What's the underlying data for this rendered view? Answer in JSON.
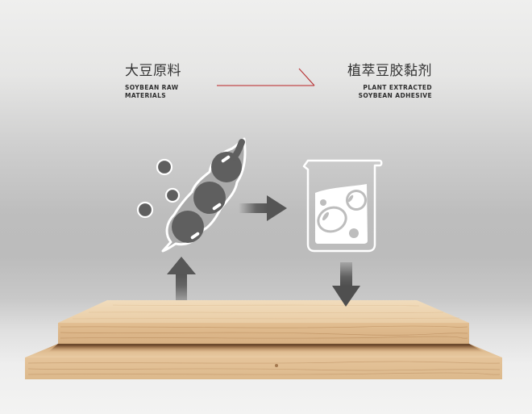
{
  "diagram": {
    "source": {
      "title_cn": "大豆原料",
      "title_en_line1": "SOYBEAN RAW",
      "title_en_line2": "MATERIALS"
    },
    "target": {
      "title_cn": "植萃豆胶黏剂",
      "title_en_line1": "PLANT EXTRACTED",
      "title_en_line2": "SOYBEAN ADHESIVE"
    },
    "connector": {
      "type": "arrow-line",
      "color": "#c0393b"
    },
    "icons": [
      "soybean-pod-icon",
      "beaker-icon",
      "arrow-right-icon",
      "arrow-up-icon",
      "arrow-down-icon",
      "wood-boards"
    ],
    "colors": {
      "icon_fill": "#5f5f5f",
      "icon_outline": "#ffffff",
      "wood_light": "#e7c9a0",
      "wood_mid": "#d9b283",
      "accent_line": "#c0393b"
    }
  }
}
